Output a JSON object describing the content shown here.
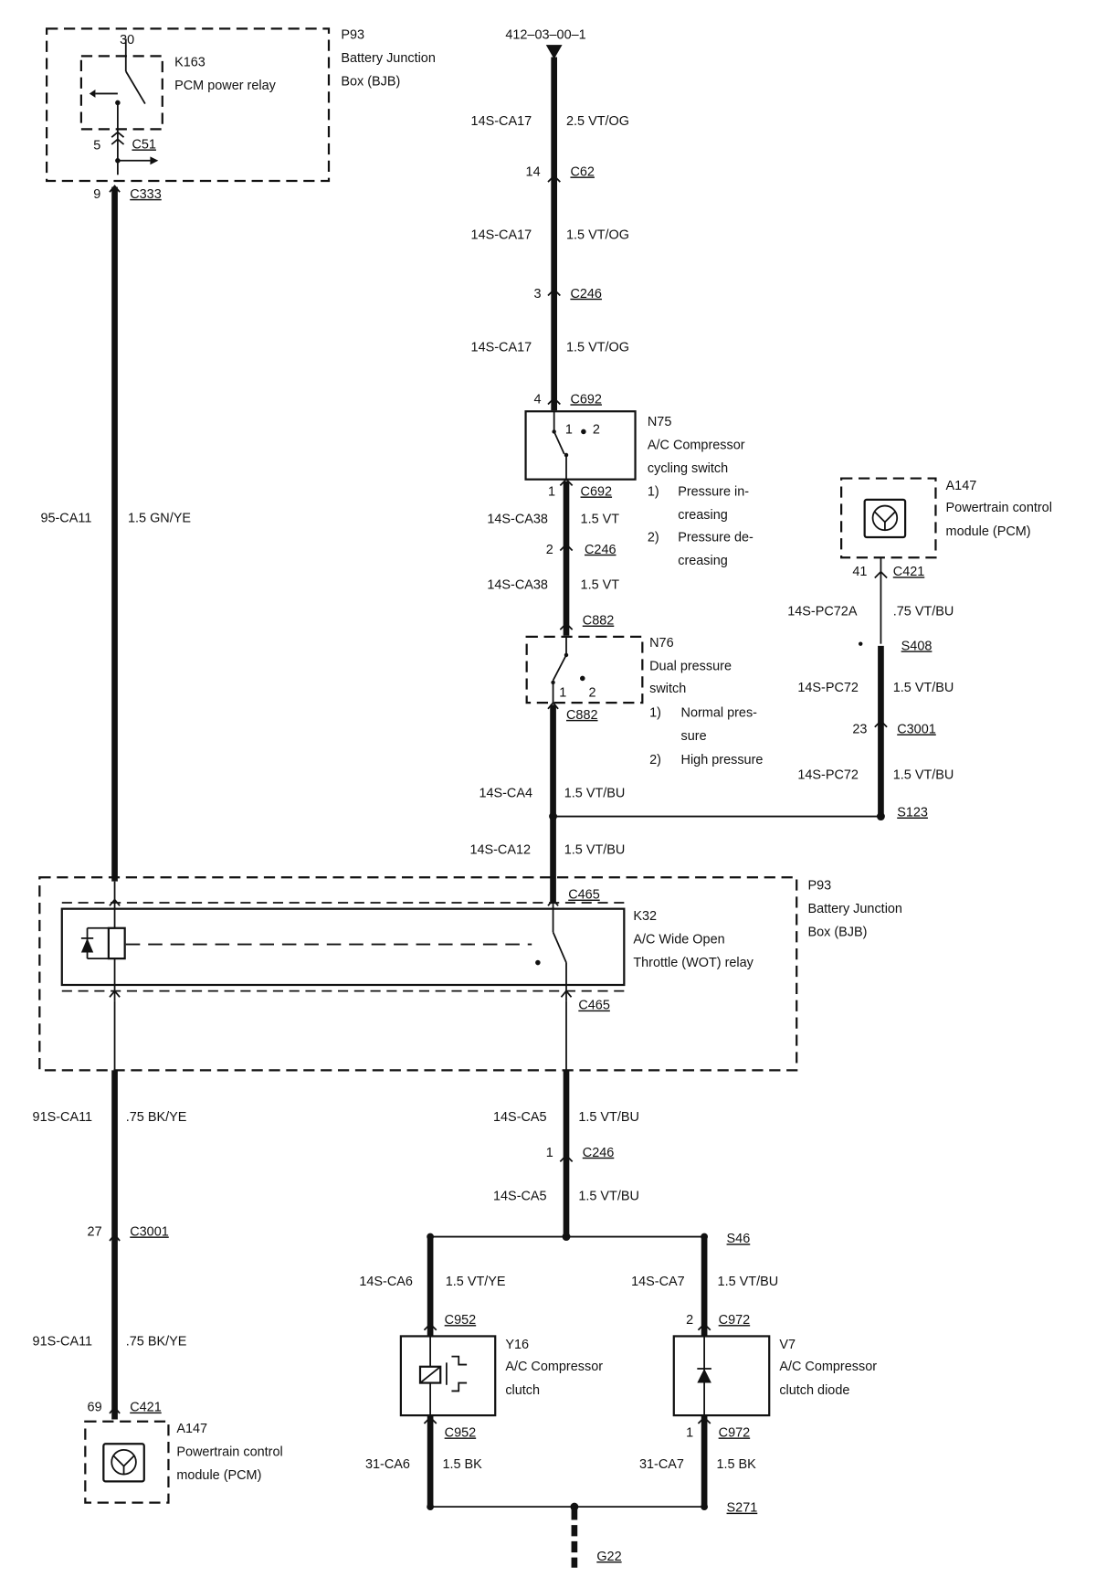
{
  "diagram": {
    "page_ref": "412–03–00–1",
    "bjb_top": {
      "id": "P93",
      "name_line1": "Battery Junction",
      "name_line2": "Box (BJB)",
      "pin_top": "30",
      "relay_id": "K163",
      "relay_name": "PCM power relay",
      "c51_pin": "5",
      "c51": "C51",
      "c333_pin": "9",
      "c333": "C333"
    },
    "left_wire": {
      "circuit": "95-CA11",
      "size_color": "1.5 GN/YE"
    },
    "top_segments": [
      {
        "circuit": "14S-CA17",
        "size_color": "2.5 VT/OG"
      },
      {
        "circuit": "14S-CA17",
        "size_color": "1.5 VT/OG"
      },
      {
        "circuit": "14S-CA17",
        "size_color": "1.5 VT/OG"
      }
    ],
    "c62": {
      "pin": "14",
      "name": "C62"
    },
    "c246_a": {
      "pin": "3",
      "name": "C246"
    },
    "n75": {
      "c_in_pin": "4",
      "c_in": "C692",
      "c_out_pin": "1",
      "c_out": "C692",
      "id": "N75",
      "line1": "A/C Compressor",
      "line2": "cycling switch",
      "p1": "1",
      "p2": "2",
      "opt1_num": "1)",
      "opt1_a": "Pressure in-",
      "opt1_b": "creasing",
      "opt2_num": "2)",
      "opt2_a": "Pressure de-",
      "opt2_b": "creasing"
    },
    "ca38_a": {
      "circuit": "14S-CA38",
      "size_color": "1.5 VT"
    },
    "c246_b": {
      "pin": "2",
      "name": "C246"
    },
    "ca38_b": {
      "circuit": "14S-CA38",
      "size_color": "1.5 VT"
    },
    "n76": {
      "c_in": "C882",
      "c_out": "C882",
      "id": "N76",
      "line1": "Dual pressure",
      "line2": "switch",
      "p1": "1",
      "p2": "2",
      "opt1_num": "1)",
      "opt1_a": "Normal pres-",
      "opt1_b": "sure",
      "opt2_num": "2)",
      "opt2_a": "High pressure"
    },
    "ca4": {
      "circuit": "14S-CA4",
      "size_color": "1.5 VT/BU"
    },
    "pcm_right": {
      "id": "A147",
      "line1": "Powertrain control",
      "line2": "module (PCM)",
      "pin": "41",
      "conn": "C421"
    },
    "pc72a": {
      "circuit": "14S-PC72A",
      "size_color": ".75 VT/BU"
    },
    "s408": "S408",
    "pc72_a": {
      "circuit": "14S-PC72",
      "size_color": "1.5 VT/BU"
    },
    "c3001_r": {
      "pin": "23",
      "name": "C3001"
    },
    "pc72_b": {
      "circuit": "14S-PC72",
      "size_color": "1.5 VT/BU"
    },
    "s123": "S123",
    "ca12": {
      "circuit": "14S-CA12",
      "size_color": "1.5 VT/BU"
    },
    "bjb_bottom": {
      "id": "P93",
      "name_line1": "Battery Junction",
      "name_line2": "Box (BJB)",
      "relay_id": "K32",
      "relay_line1": "A/C Wide Open",
      "relay_line2": "Throttle (WOT) relay",
      "c465_top": "C465",
      "c465_bot": "C465"
    },
    "ca11_a": {
      "circuit": "91S-CA11",
      "size_color": ".75 BK/YE"
    },
    "ca5_a": {
      "circuit": "14S-CA5",
      "size_color": "1.5 VT/BU"
    },
    "c246_c": {
      "pin": "1",
      "name": "C246"
    },
    "ca5_b": {
      "circuit": "14S-CA5",
      "size_color": "1.5 VT/BU"
    },
    "c3001_l": {
      "pin": "27",
      "name": "C3001"
    },
    "s46": "S46",
    "ca6_top": {
      "circuit": "14S-CA6",
      "size_color": "1.5 VT/YE"
    },
    "ca7_top": {
      "circuit": "14S-CA7",
      "size_color": "1.5 VT/BU"
    },
    "ca11_b": {
      "circuit": "91S-CA11",
      "size_color": ".75 BK/YE"
    },
    "y16": {
      "conn_top": "C952",
      "conn_bot": "C952",
      "id": "Y16",
      "line1": "A/C Compressor",
      "line2": "clutch"
    },
    "v7": {
      "pin_top": "2",
      "conn_top": "C972",
      "pin_bot": "1",
      "conn_bot": "C972",
      "id": "V7",
      "line1": "A/C Compressor",
      "line2": "clutch diode"
    },
    "pcm_left": {
      "pin": "69",
      "conn": "C421",
      "id": "A147",
      "line1": "Powertrain control",
      "line2": "module (PCM)"
    },
    "ca6_bot": {
      "circuit": "31-CA6",
      "size_color": "1.5 BK"
    },
    "ca7_bot": {
      "circuit": "31-CA7",
      "size_color": "1.5 BK"
    },
    "s271": "S271",
    "g22": "G22"
  }
}
